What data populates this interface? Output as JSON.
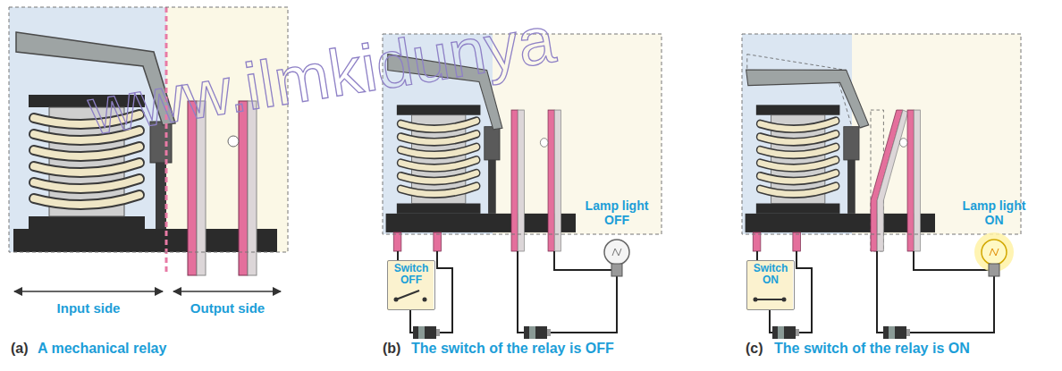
{
  "diagram": {
    "nodes": [
      {
        "text": [
          "Switch OFF"
        ]
      },
      {
        "text": [
          "Switch ON"
        ]
      }
    ],
    "labels": [
      "Input side",
      "Output side",
      "(a)",
      "A mechanical relay",
      "Lamp light OFF",
      "(b)",
      "The switch of the relay is OFF",
      "Lamp light ON",
      "(c)",
      "The switch of the relay is ON",
      "www.ilmkidunya"
    ]
  }
}
